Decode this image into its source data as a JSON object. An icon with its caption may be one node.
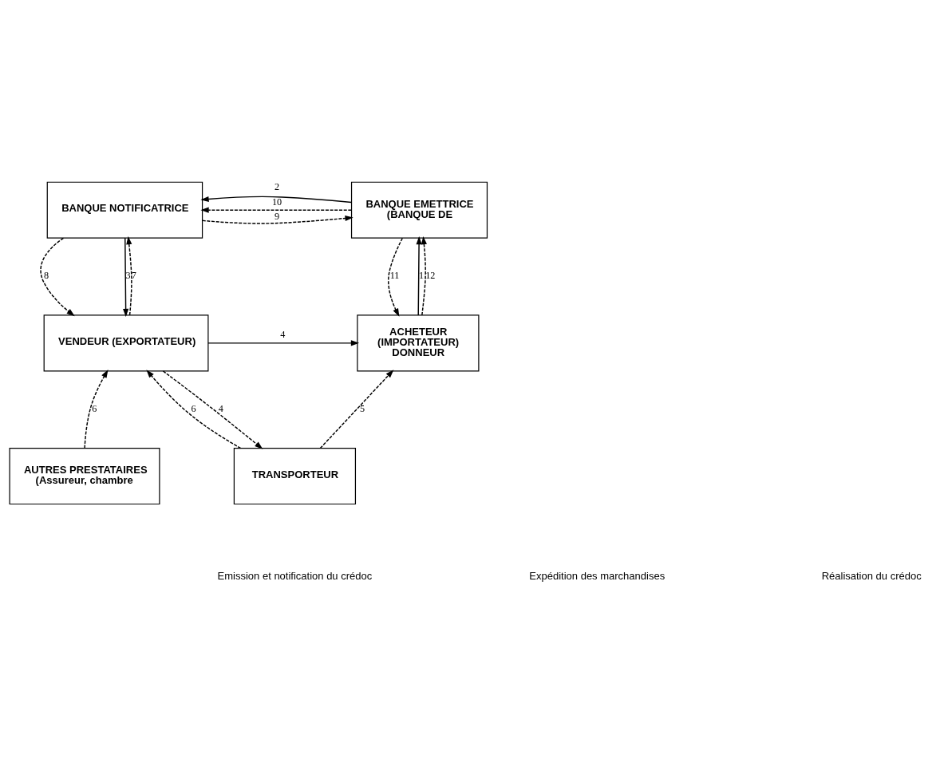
{
  "diagram": {
    "nodes": [
      {
        "text": [
          "BANQUE NOTIFICATRICE"
        ]
      },
      {
        "text": [
          "BANQUE EMETTRICE",
          "(BANQUE DE"
        ]
      },
      {
        "text": [
          "VENDEUR (EXPORTATEUR)"
        ]
      },
      {
        "text": [
          "ACHETEUR",
          "(IMPORTATEUR)",
          "DONNEUR"
        ]
      },
      {
        "text": [
          "AUTRES PRESTATAIRES",
          "(Assureur, chambre"
        ]
      },
      {
        "text": [
          "TRANSPORTEUR"
        ]
      }
    ],
    "edges": [
      {
        "from": 1,
        "to": 0,
        "arrow": "to",
        "label": "10",
        "style": "dashed"
      },
      {
        "from": 0,
        "to": 1,
        "arrow": "to",
        "label": "9",
        "style": "dashed"
      },
      {
        "from": 1,
        "to": 0,
        "arrow": "to",
        "label": "2"
      },
      {
        "from": 0,
        "to": 2,
        "arrow": "to",
        "label": "8",
        "style": "dashed"
      },
      {
        "from": 2,
        "to": 0,
        "arrow": "to",
        "label": "7",
        "style": "dashed"
      },
      {
        "from": 0,
        "to": 2,
        "arrow": "to",
        "label": "3"
      },
      {
        "from": 3,
        "to": 1,
        "arrow": "to",
        "label": "1"
      },
      {
        "from": 1,
        "to": 3,
        "arrow": "to",
        "label": "11",
        "style": "dashed"
      },
      {
        "from": 3,
        "to": 1,
        "arrow": "to",
        "label": "12",
        "style": "dashed"
      },
      {
        "from": 2,
        "to": 3,
        "arrow": "to",
        "label": "4"
      },
      {
        "from": 2,
        "to": 5,
        "arrow": "to",
        "label": "4",
        "style": "dashed"
      },
      {
        "from": 5,
        "to": 2,
        "arrow": "to",
        "label": "6",
        "style": "dashed"
      },
      {
        "from": 4,
        "to": 2,
        "arrow": "to",
        "label": "6",
        "style": "dashed"
      },
      {
        "from": 5,
        "to": 3,
        "arrow": "to",
        "label": "5",
        "style": "dashed"
      }
    ],
    "legend": [
      {
        "text": "Emission et notification du crédoc"
      },
      {
        "text": "Expédition des marchandises"
      },
      {
        "text": "Réalisation du crédoc"
      }
    ]
  }
}
